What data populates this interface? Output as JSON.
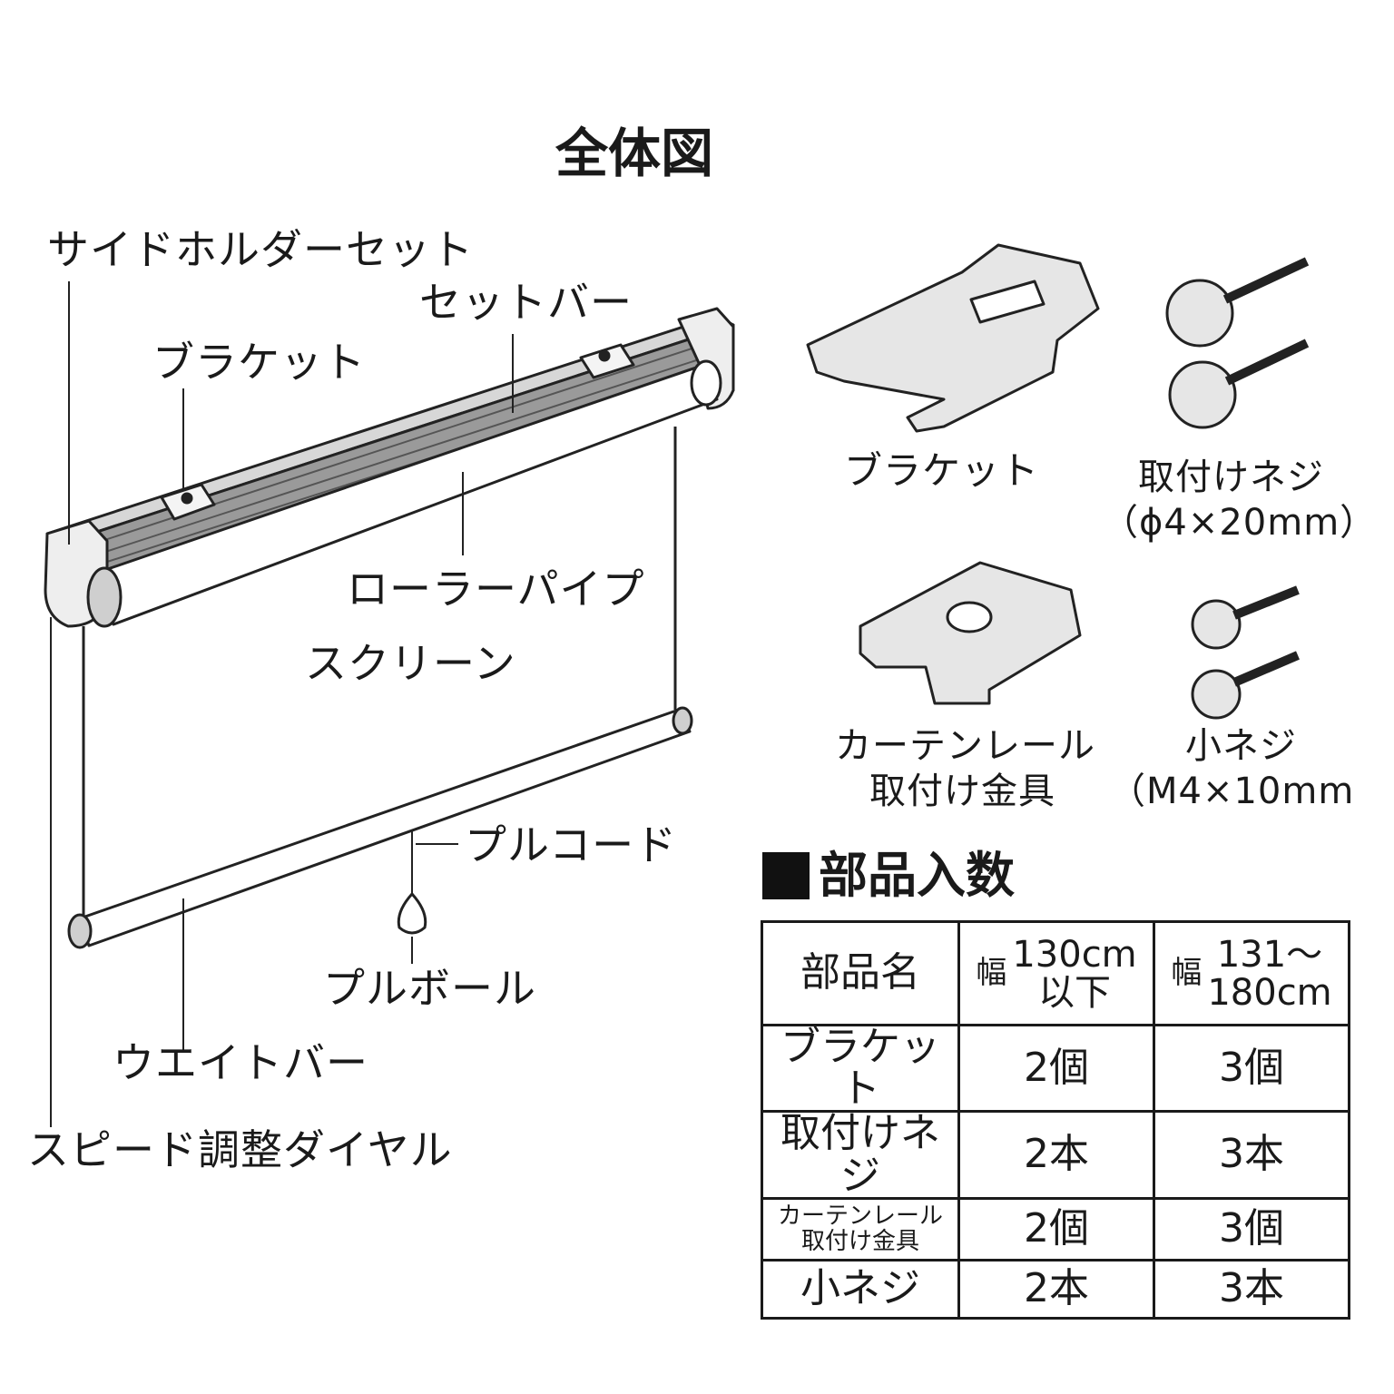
{
  "title": "全体図",
  "diagram_labels": {
    "side_holder_set": "サイドホルダーセット",
    "set_bar": "セットバー",
    "bracket": "ブラケット",
    "roller_pipe": "ローラーパイプ",
    "screen": "スクリーン",
    "pull_cord": "プルコード",
    "pull_ball": "プルボール",
    "weight_bar": "ウエイトバー",
    "speed_dial": "スピード調整ダイヤル"
  },
  "parts_illustrations": {
    "bracket": "ブラケット",
    "screw_name": "取付けネジ",
    "screw_size": "（ϕ4×20mm）",
    "rail_fitting_line1": "カーテンレール",
    "rail_fitting_line2": "取付け金具",
    "small_screw_name": "小ネジ",
    "small_screw_size": "（M4×10mm"
  },
  "parts_count": {
    "heading": "部品入数",
    "header": {
      "name": "部品名",
      "col1_prefix": "幅",
      "col1_line1": "130cm",
      "col1_line2": "以下",
      "col2_prefix": "幅",
      "col2_line1": "131～",
      "col2_line2": "180cm"
    },
    "rows": [
      {
        "name": "ブラケット",
        "name2": "",
        "c1": "2個",
        "c2": "3個"
      },
      {
        "name": "取付けネジ",
        "name2": "",
        "c1": "2本",
        "c2": "3本"
      },
      {
        "name": "カーテンレール",
        "name2": "取付け金具",
        "c1": "2個",
        "c2": "3個"
      },
      {
        "name": "小ネジ",
        "name2": "",
        "c1": "2本",
        "c2": "3本"
      }
    ]
  }
}
